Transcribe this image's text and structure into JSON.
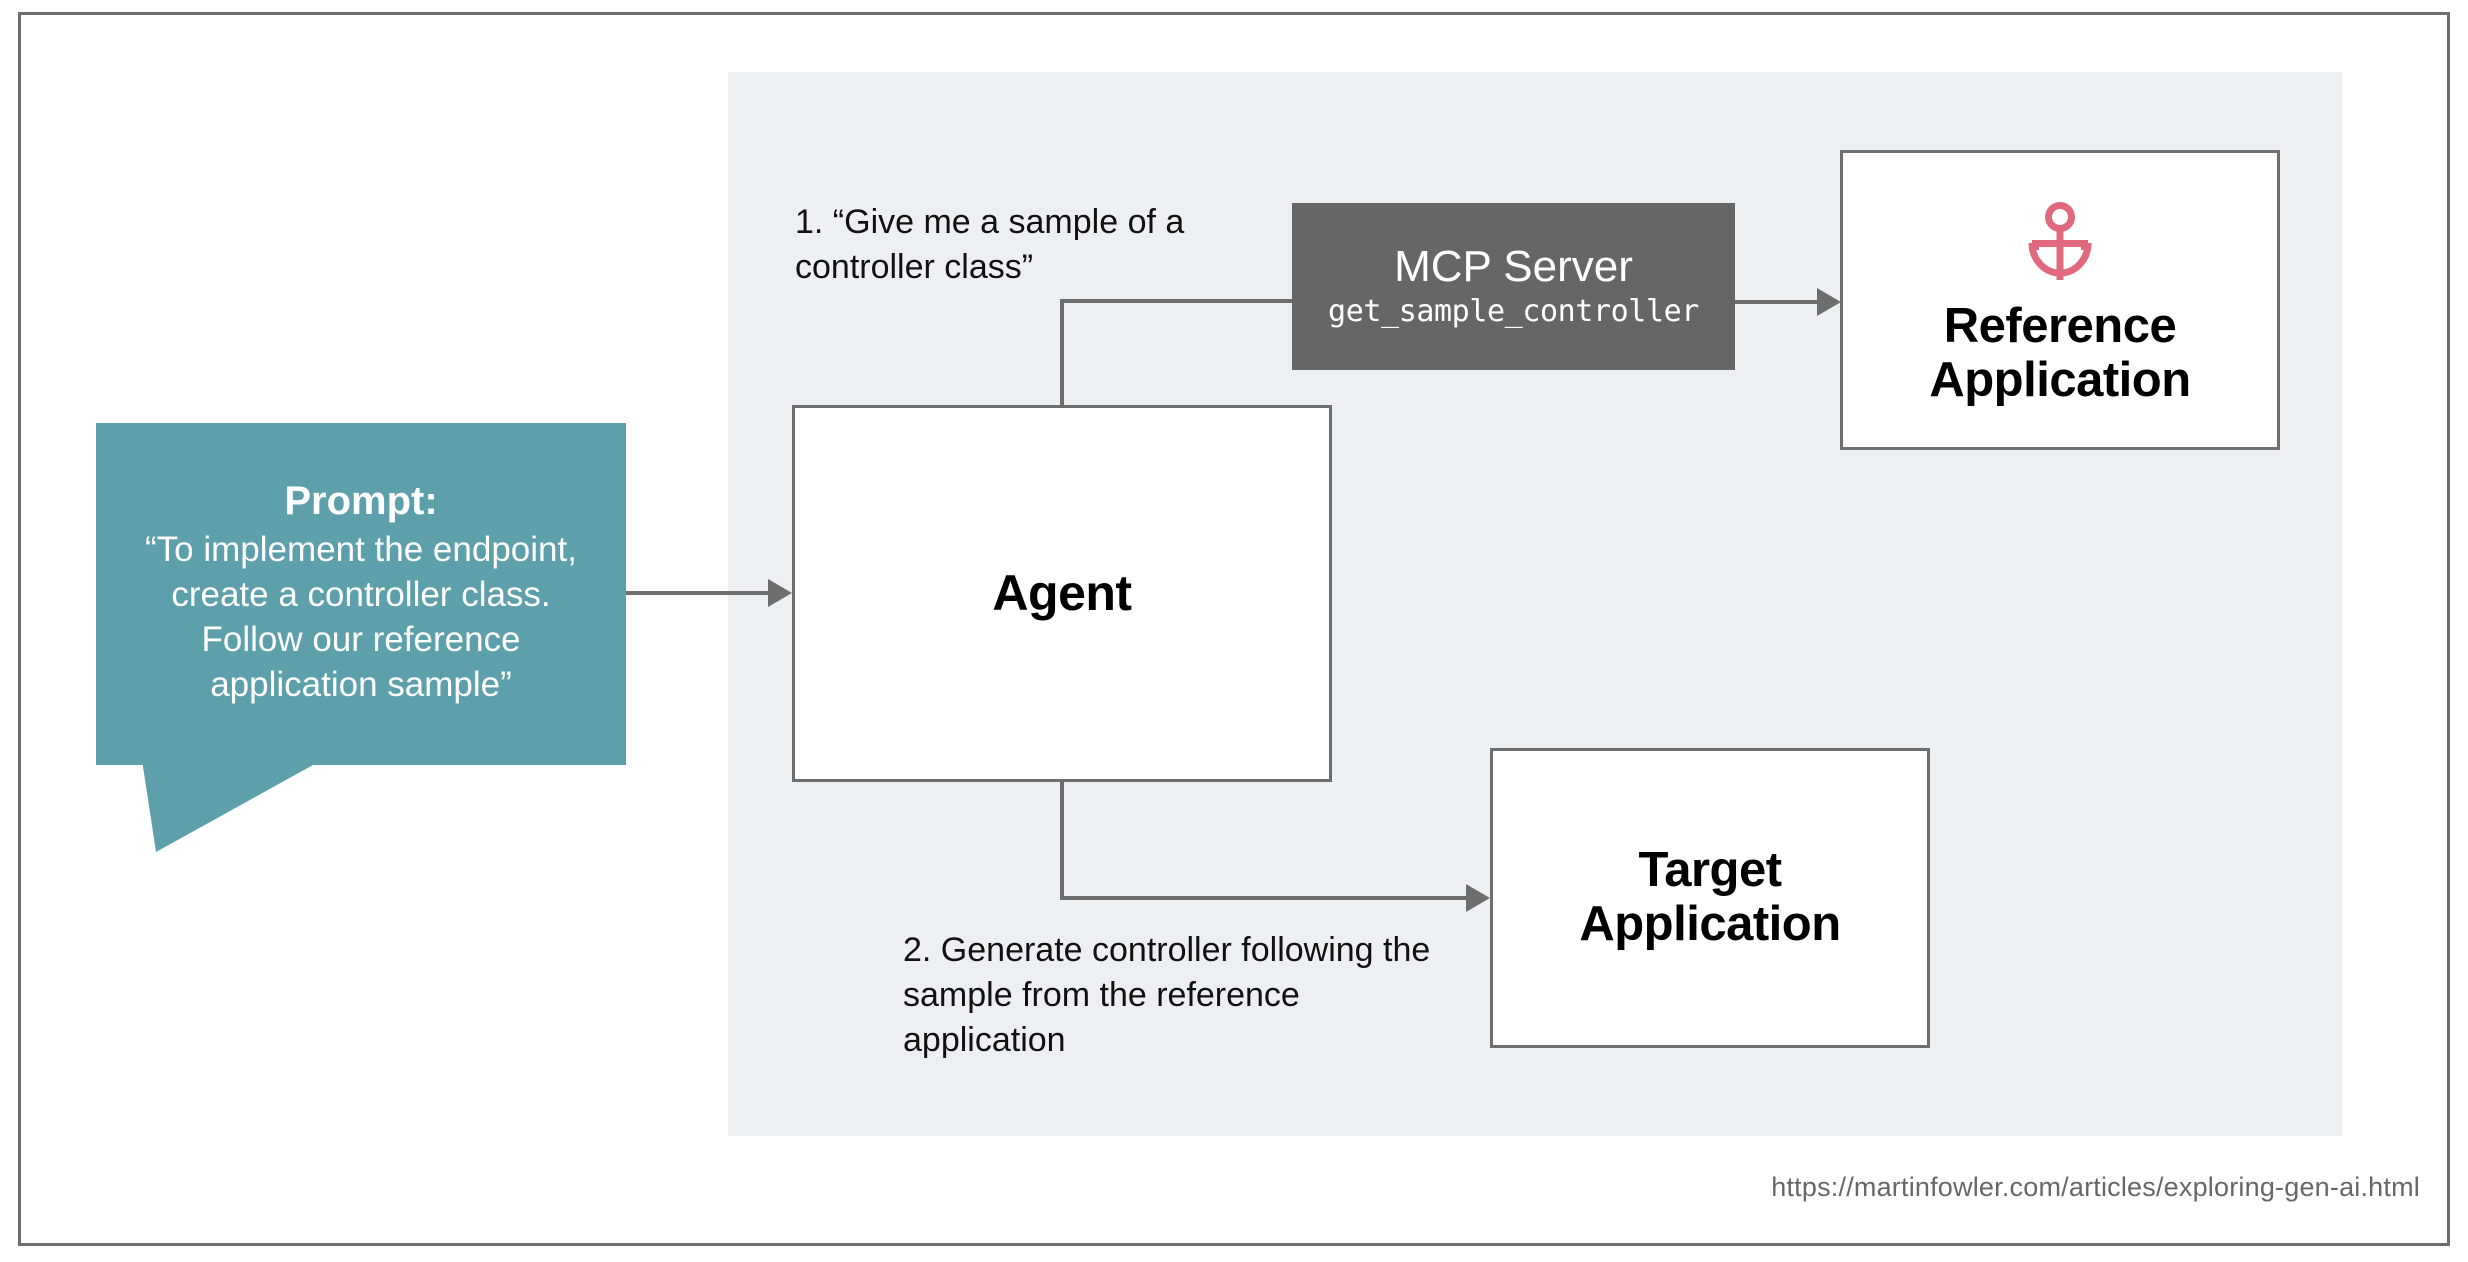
{
  "diagram": {
    "title": "MCP reference application sample flow",
    "panel_color": "#edf0f3",
    "line_color": "#6e6e6e",
    "prompt_color": "#5d9fab",
    "mcp_color": "#666666",
    "anchor_icon_color": "#e1697d"
  },
  "prompt": {
    "heading": "Prompt:",
    "text": "“To implement the endpoint, create a controller class. Follow our reference application sample”"
  },
  "nodes": {
    "agent": {
      "label": "Agent"
    },
    "mcp_server": {
      "title": "MCP Server",
      "tool": "get_sample_controller"
    },
    "reference_application": {
      "line1": "Reference",
      "line2": "Application",
      "icon": "anchor-icon"
    },
    "target_application": {
      "line1": "Target",
      "line2": "Application"
    }
  },
  "steps": [
    {
      "number": "1.",
      "text": "1. “Give me a sample of a controller class”"
    },
    {
      "number": "2.",
      "text": "2. Generate controller following the sample from the reference application"
    }
  ],
  "footer": {
    "source_url": "https://martinfowler.com/articles/exploring-gen-ai.html"
  }
}
